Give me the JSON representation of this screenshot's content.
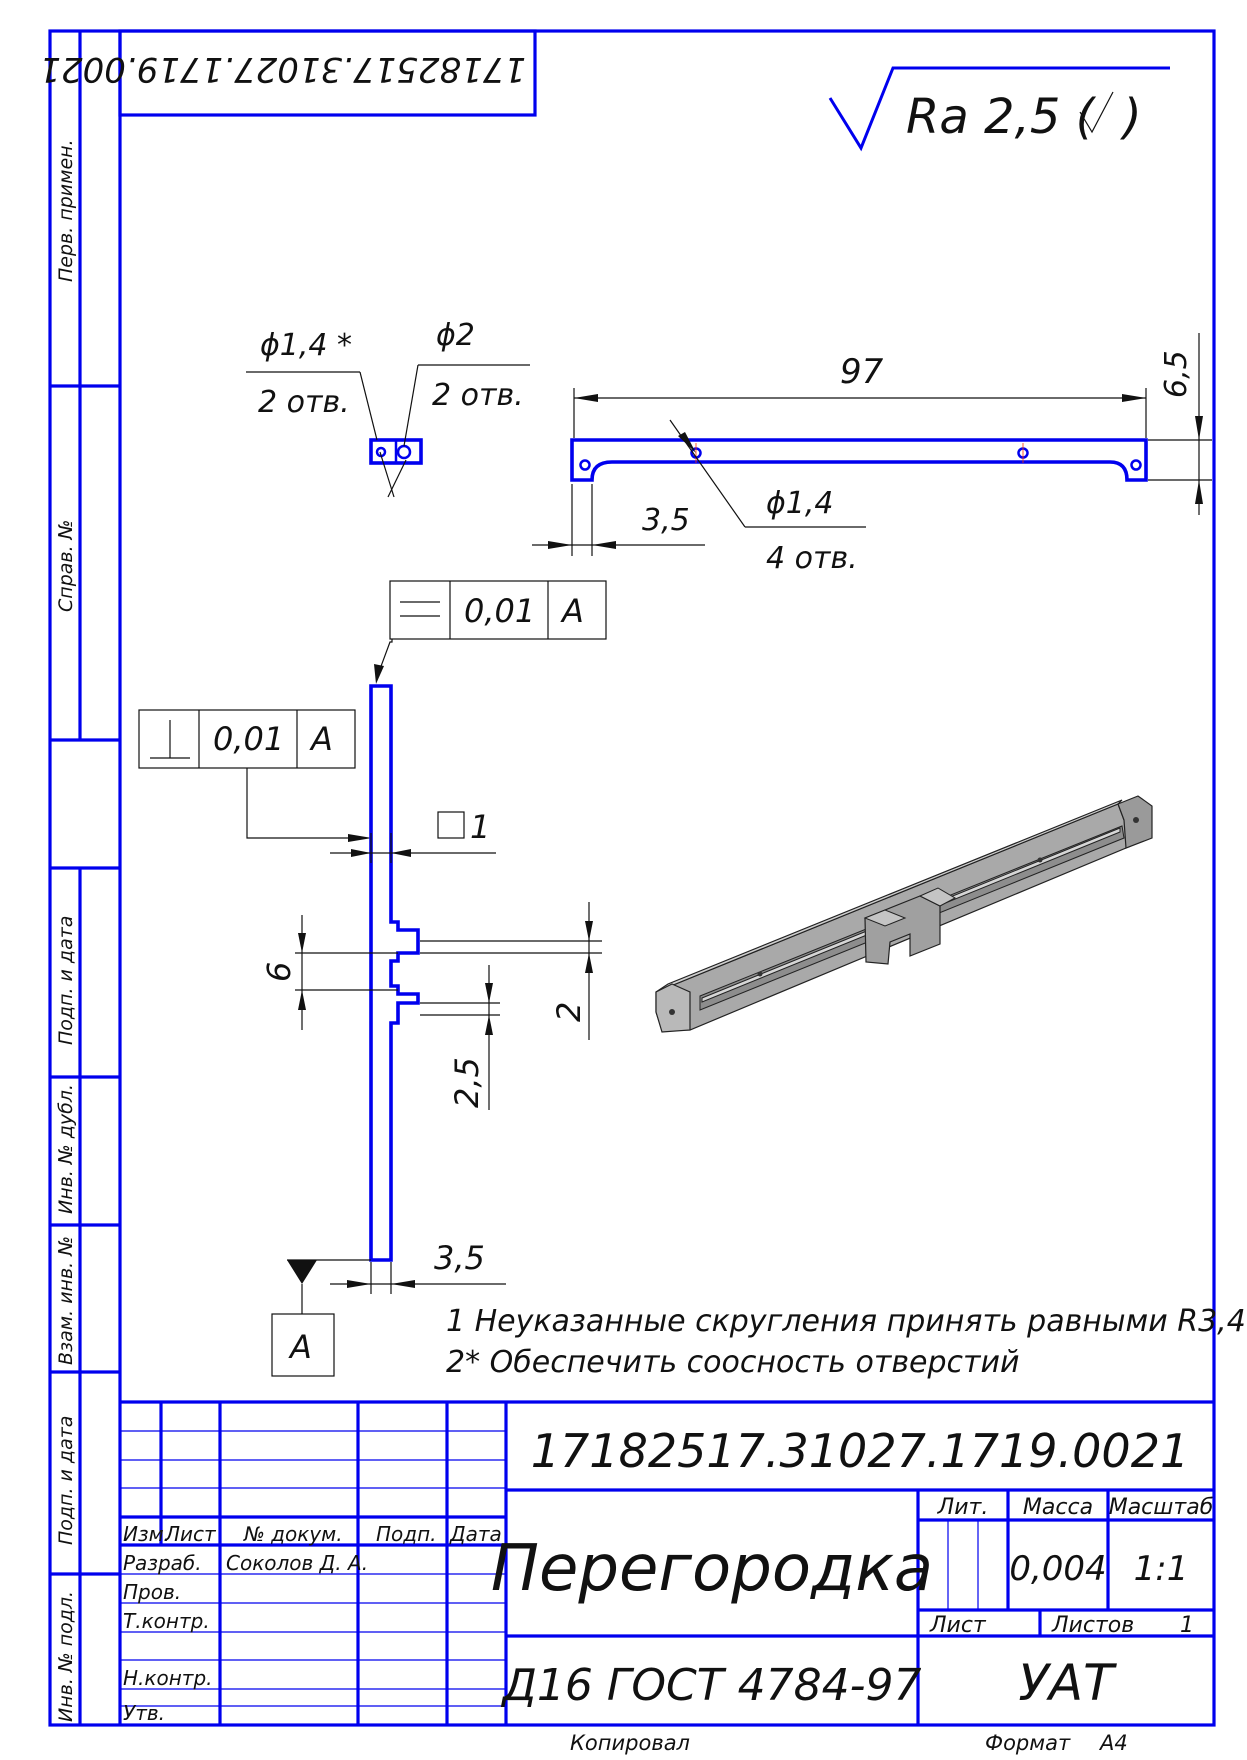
{
  "document": {
    "top_code_rotated": "17182517.31027.1719.0021",
    "roughness": "Ra 2,5 (",
    "roughness_close": ")"
  },
  "side_stamp": {
    "perv_primen": "Перв. примен.",
    "sprav_no": "Справ. №",
    "podp_data_1": "Подп. и дата",
    "inv_dubl": "Инв. № дубл.",
    "vzam_inv": "Взам. инв. №",
    "podp_data_2": "Подп. и дата",
    "inv_podl": "Инв. № подл."
  },
  "dimensions": {
    "hole_d14_star": "ϕ1,4 *",
    "holes_2a": "2 отв.",
    "hole_d2": "ϕ2",
    "holes_2b": "2 отв.",
    "length_97": "97",
    "height_65": "6,5",
    "offset_35_top": "3,5",
    "hole_d14": "ϕ1,4",
    "holes_4": "4 отв.",
    "width_6": "6",
    "slot_2": "2",
    "slot_25": "2,5",
    "square_1": "1",
    "thickness_35": "3,5"
  },
  "tolerances": {
    "parallel_value": "0,01",
    "parallel_datum": "A",
    "perp_value": "0,01",
    "perp_datum": "A",
    "datum_label": "A"
  },
  "notes": {
    "note_1": "1 Неуказанные скругления принять равными R3,4",
    "note_2": "2* Обеспечить соосность отверстий"
  },
  "title_block": {
    "doc_code": "17182517.31027.1719.0021",
    "part_name": "Перегородка",
    "material": "Д16  ГОСТ 4784-97",
    "organization": "УАТ",
    "lit_label": "Лит.",
    "mass_label": "Масса",
    "scale_label": "Масштаб",
    "mass_value": "0,004",
    "scale_value": "1:1",
    "sheet_label": "Лист",
    "sheets_label": "Листов",
    "sheets_value": "1",
    "izm": "Изм.",
    "list": "Лист",
    "no_dokum": "№ докум.",
    "podp": "Подп.",
    "data": "Дата",
    "razrab": "Разраб.",
    "razrab_name": "Соколов Д. А.",
    "prov": "Пров.",
    "tkontr": "Т.контр.",
    "nkontr": "Н.контр.",
    "utv": "Утв."
  },
  "footer": {
    "kopiroval": "Копировал",
    "format_label": "Формат",
    "format_value": "А4"
  }
}
